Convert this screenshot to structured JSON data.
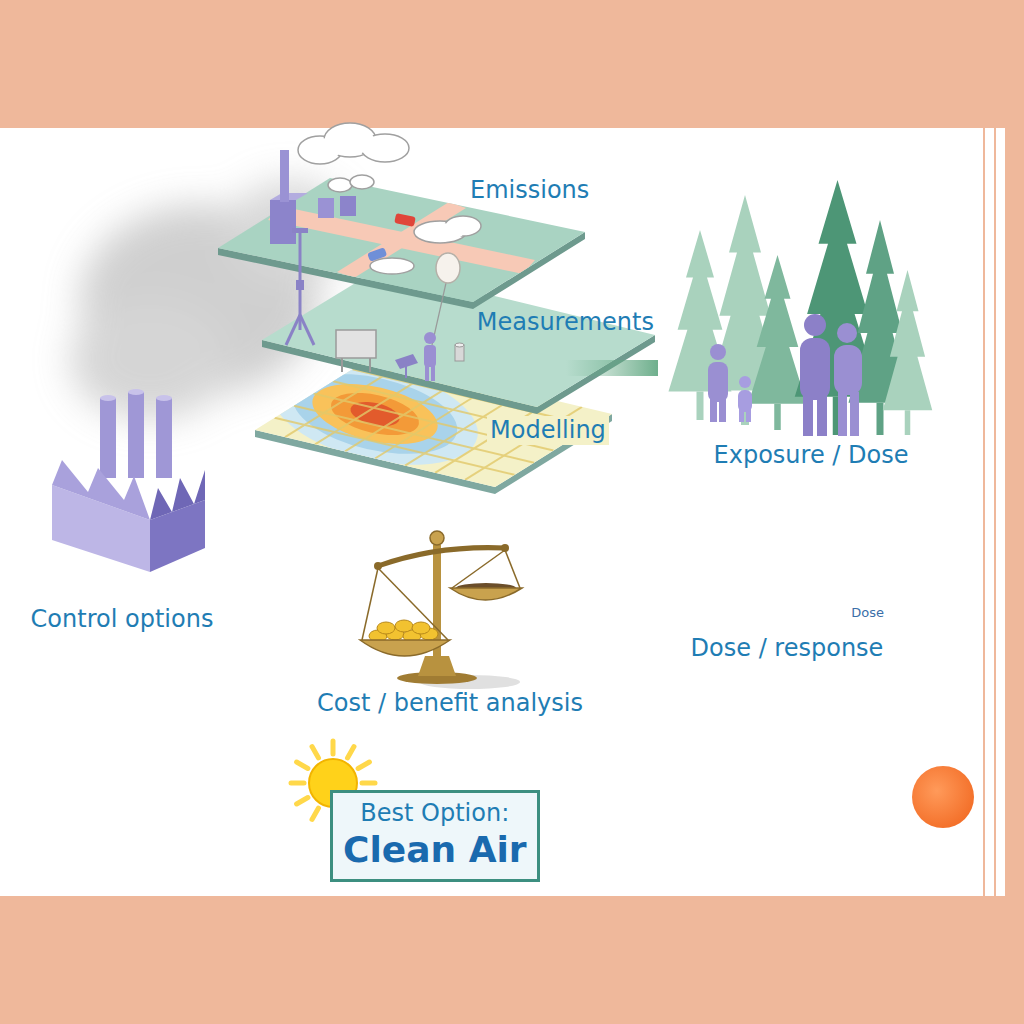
{
  "diagram": {
    "nodes": [
      {
        "text": [
          "Emissions"
        ]
      },
      {
        "text": [
          "Measurements"
        ]
      },
      {
        "text": [
          "Modelling"
        ]
      },
      {
        "text": [
          "Exposure / Dose"
        ]
      },
      {
        "text": [
          "Dose",
          "Dose / response"
        ]
      },
      {
        "text": [
          "Control options"
        ]
      },
      {
        "text": [
          "Cost / benefit analysis"
        ]
      },
      {
        "text": [
          "Best Option:",
          "Clean Air"
        ]
      }
    ],
    "edges": [
      {
        "from": 1,
        "to": 3,
        "arrow": "to"
      },
      {
        "from": 3,
        "to": 4,
        "arrow": "to"
      },
      {
        "from": 4,
        "to": 6,
        "arrow": "to"
      },
      {
        "from": 5,
        "to": 6,
        "arrow": "to"
      },
      {
        "from": 6,
        "to": 7,
        "arrow": "to"
      },
      {
        "from": 7,
        "to": 6,
        "arrow": "to"
      },
      {
        "from": 7,
        "to": 5,
        "arrow": "to"
      }
    ]
  }
}
